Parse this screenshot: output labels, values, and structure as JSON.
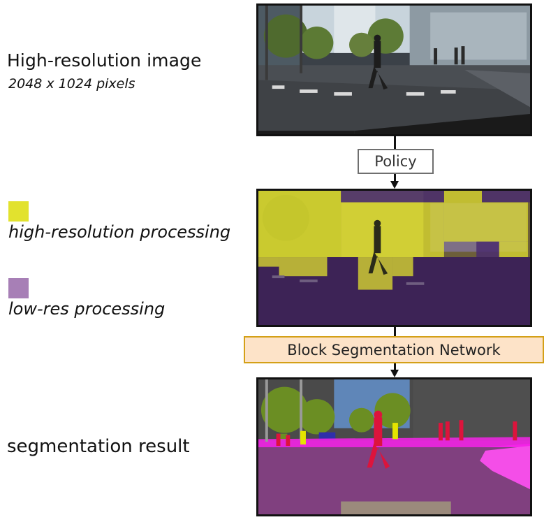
{
  "labels": {
    "input_title": "High-resolution image",
    "input_subtitle": "2048 x 1024 pixels",
    "result_label": "segmentation result"
  },
  "legend": [
    {
      "label": "high-resolution processing",
      "color": "#e2e22e"
    },
    {
      "label": "low-res processing",
      "color": "#a77fb6"
    }
  ],
  "flow": {
    "policy_label": "Policy",
    "network_label": "Block Segmentation Network"
  },
  "colors": {
    "policy_border": "#6f6f6f",
    "network_border": "#d4a017",
    "network_fill": "#fde3c8",
    "pedestrian": "#dc143c",
    "sidewalk": "#f423e8",
    "road": "#80407f",
    "vegetation": "#6b8e23"
  }
}
